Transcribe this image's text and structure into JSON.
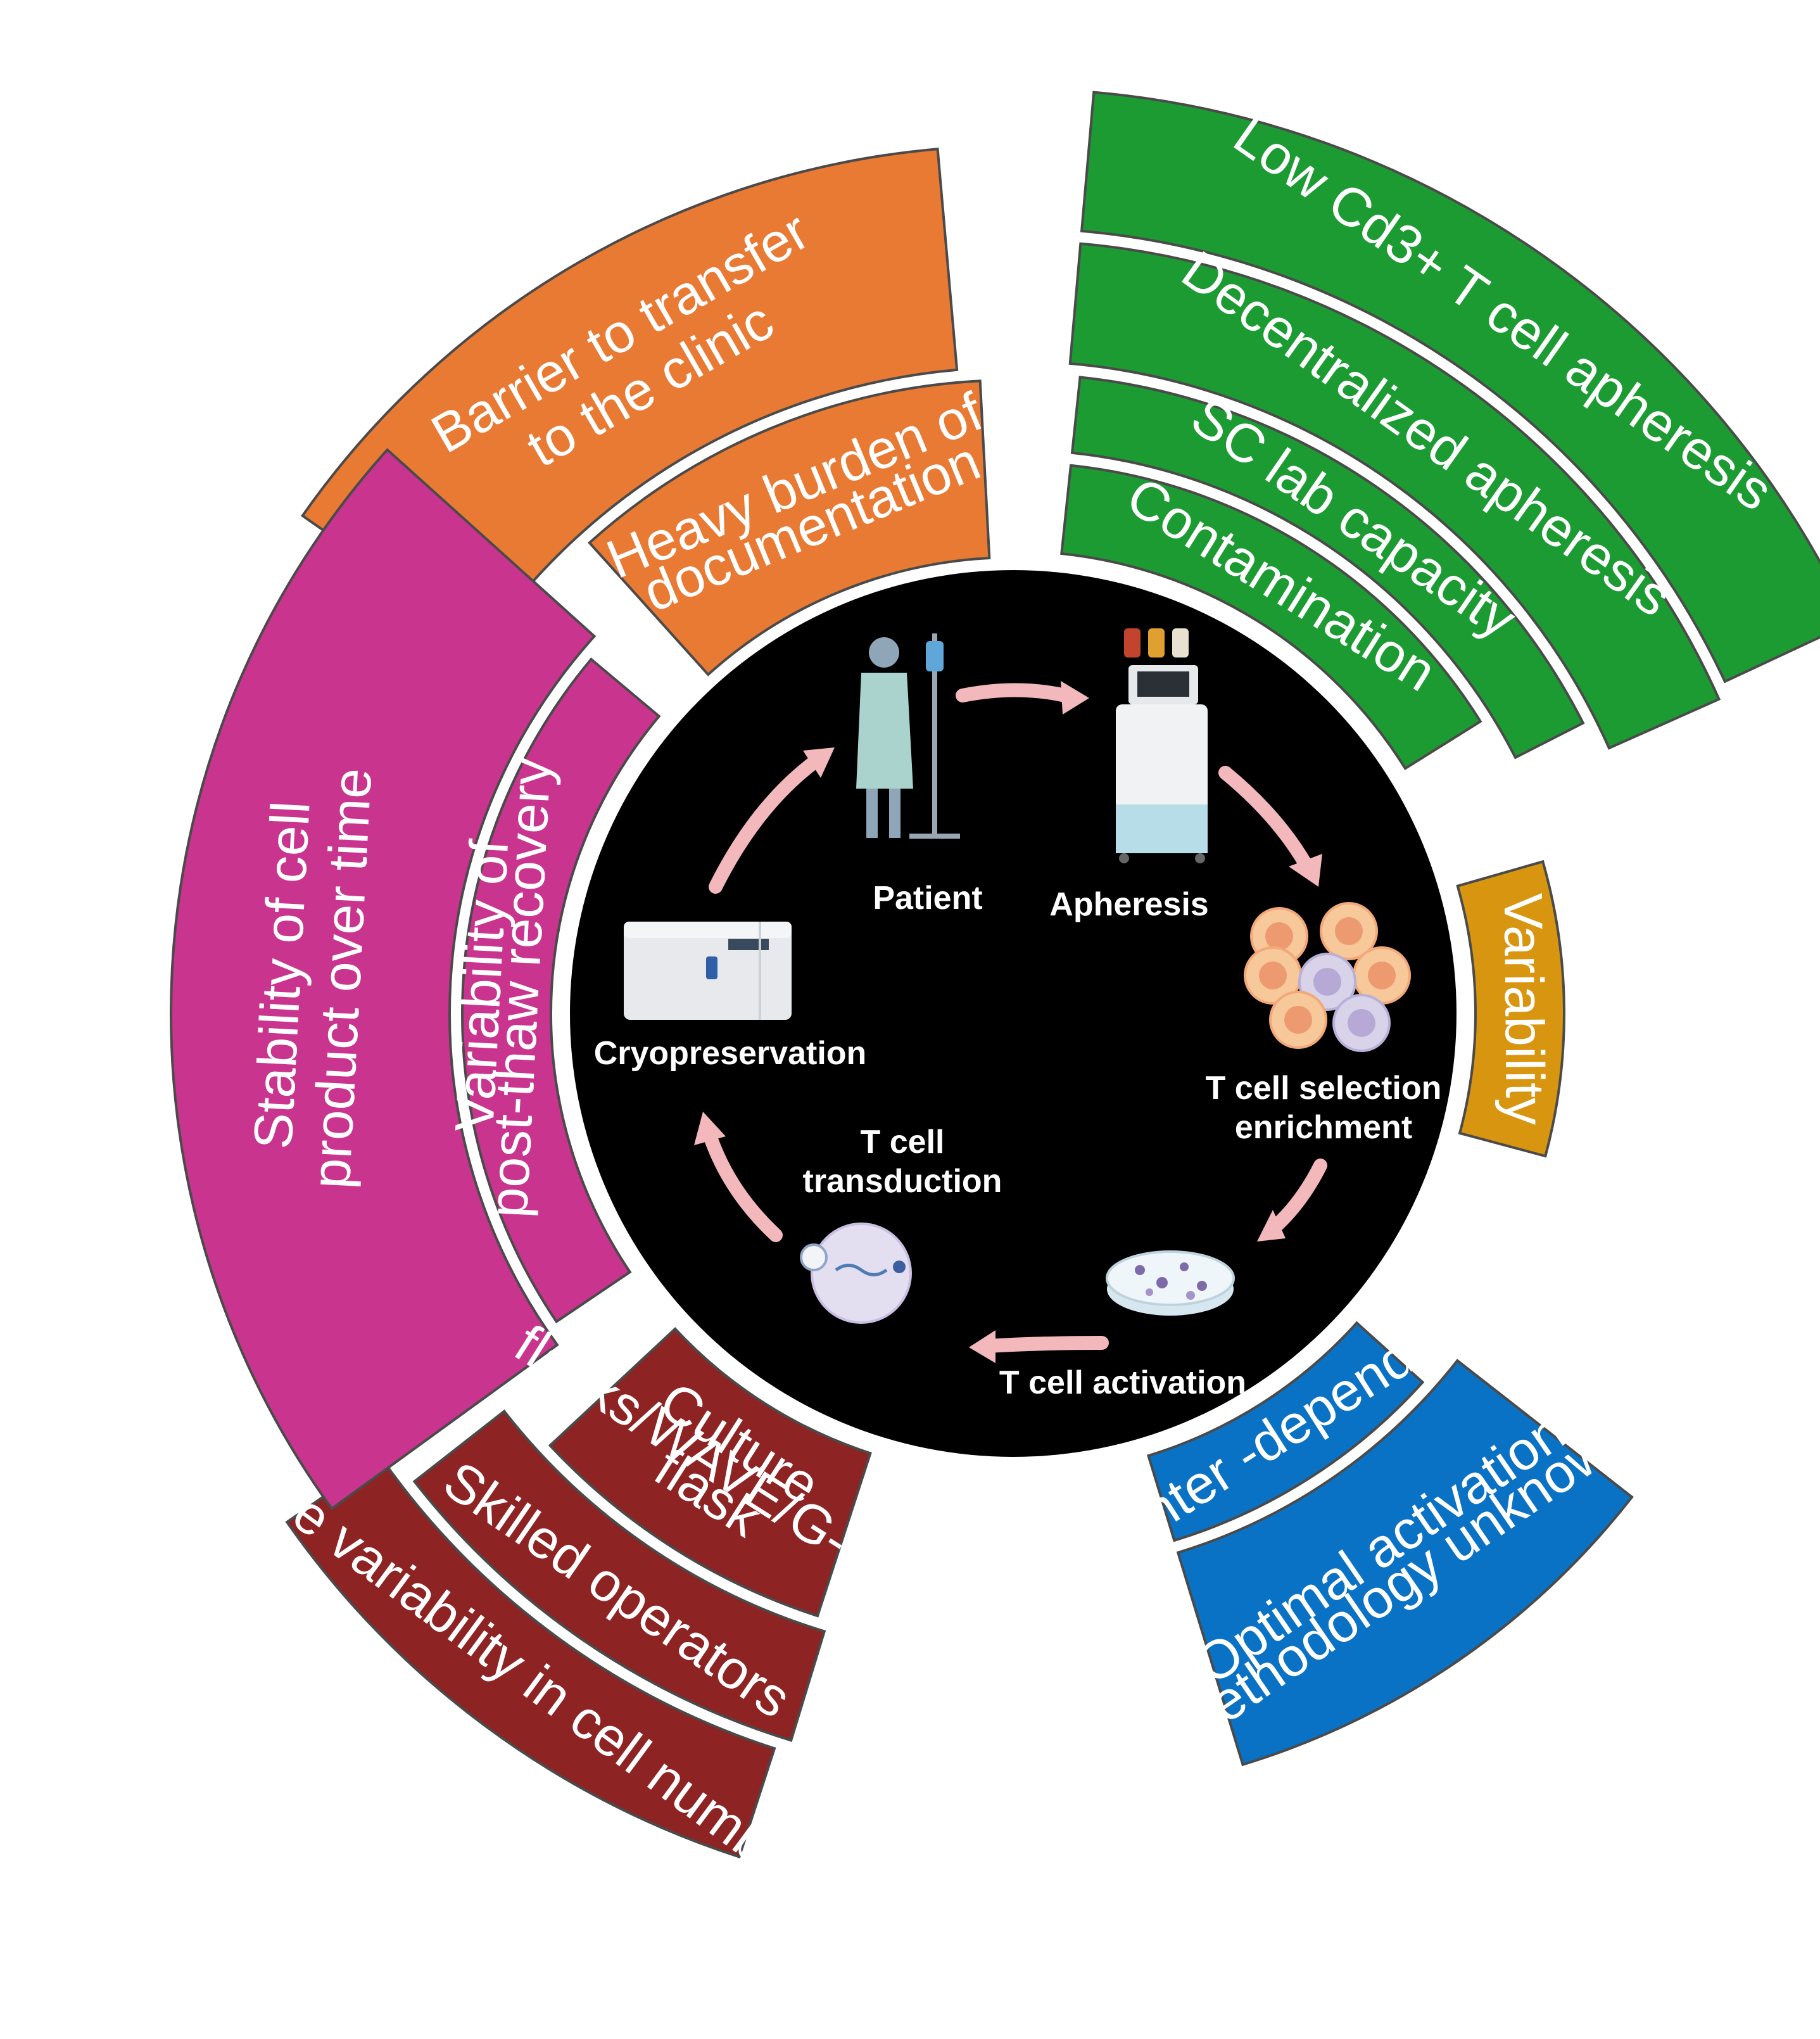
{
  "colors": {
    "orange": "#E97A34",
    "green": "#1D9B33",
    "gold": "#D8950F",
    "blue": "#0A72C4",
    "maroon": "#8E2323",
    "magenta": "#C9348F",
    "core": "#000000",
    "arrow": "#F2B8BC"
  },
  "segments": {
    "barrier": "Barrier to transfer\nto the clinic",
    "documentation": "Heavy burden of\ndocumentation",
    "low_cd3": "Low Cd3+ T cell apheresis",
    "decentralized": "Decentralized apheresis",
    "sc_lab": "SC lab capacity",
    "contamination": "Contamination",
    "variability": "Variability",
    "center_dependent": "Center -dependent",
    "optimal_activation": "Optimal activation\nmethodology unknown",
    "culture": "Culture\nflasks/WAVE/G-Rex\nflask",
    "skilled": "Skilled operators",
    "wide_variability": "Wide variability in cell numbers",
    "post_thaw": "Variability of\npost-thaw recovery",
    "stability": "Stability  of  cell\nproduct  over  time"
  },
  "steps": {
    "patient": "Patient",
    "apheresis": "Apheresis",
    "selection": "T cell selection\nenrichment",
    "activation": "T cell activation",
    "transduction": "T cell\ntransduction",
    "cryo": "Cryopreservation"
  },
  "icons": [
    "patient-icon",
    "apheresis-machine-icon",
    "cell-cluster-icon",
    "petri-dish-icon",
    "transduction-cell-icon",
    "cryo-freezer-icon"
  ]
}
